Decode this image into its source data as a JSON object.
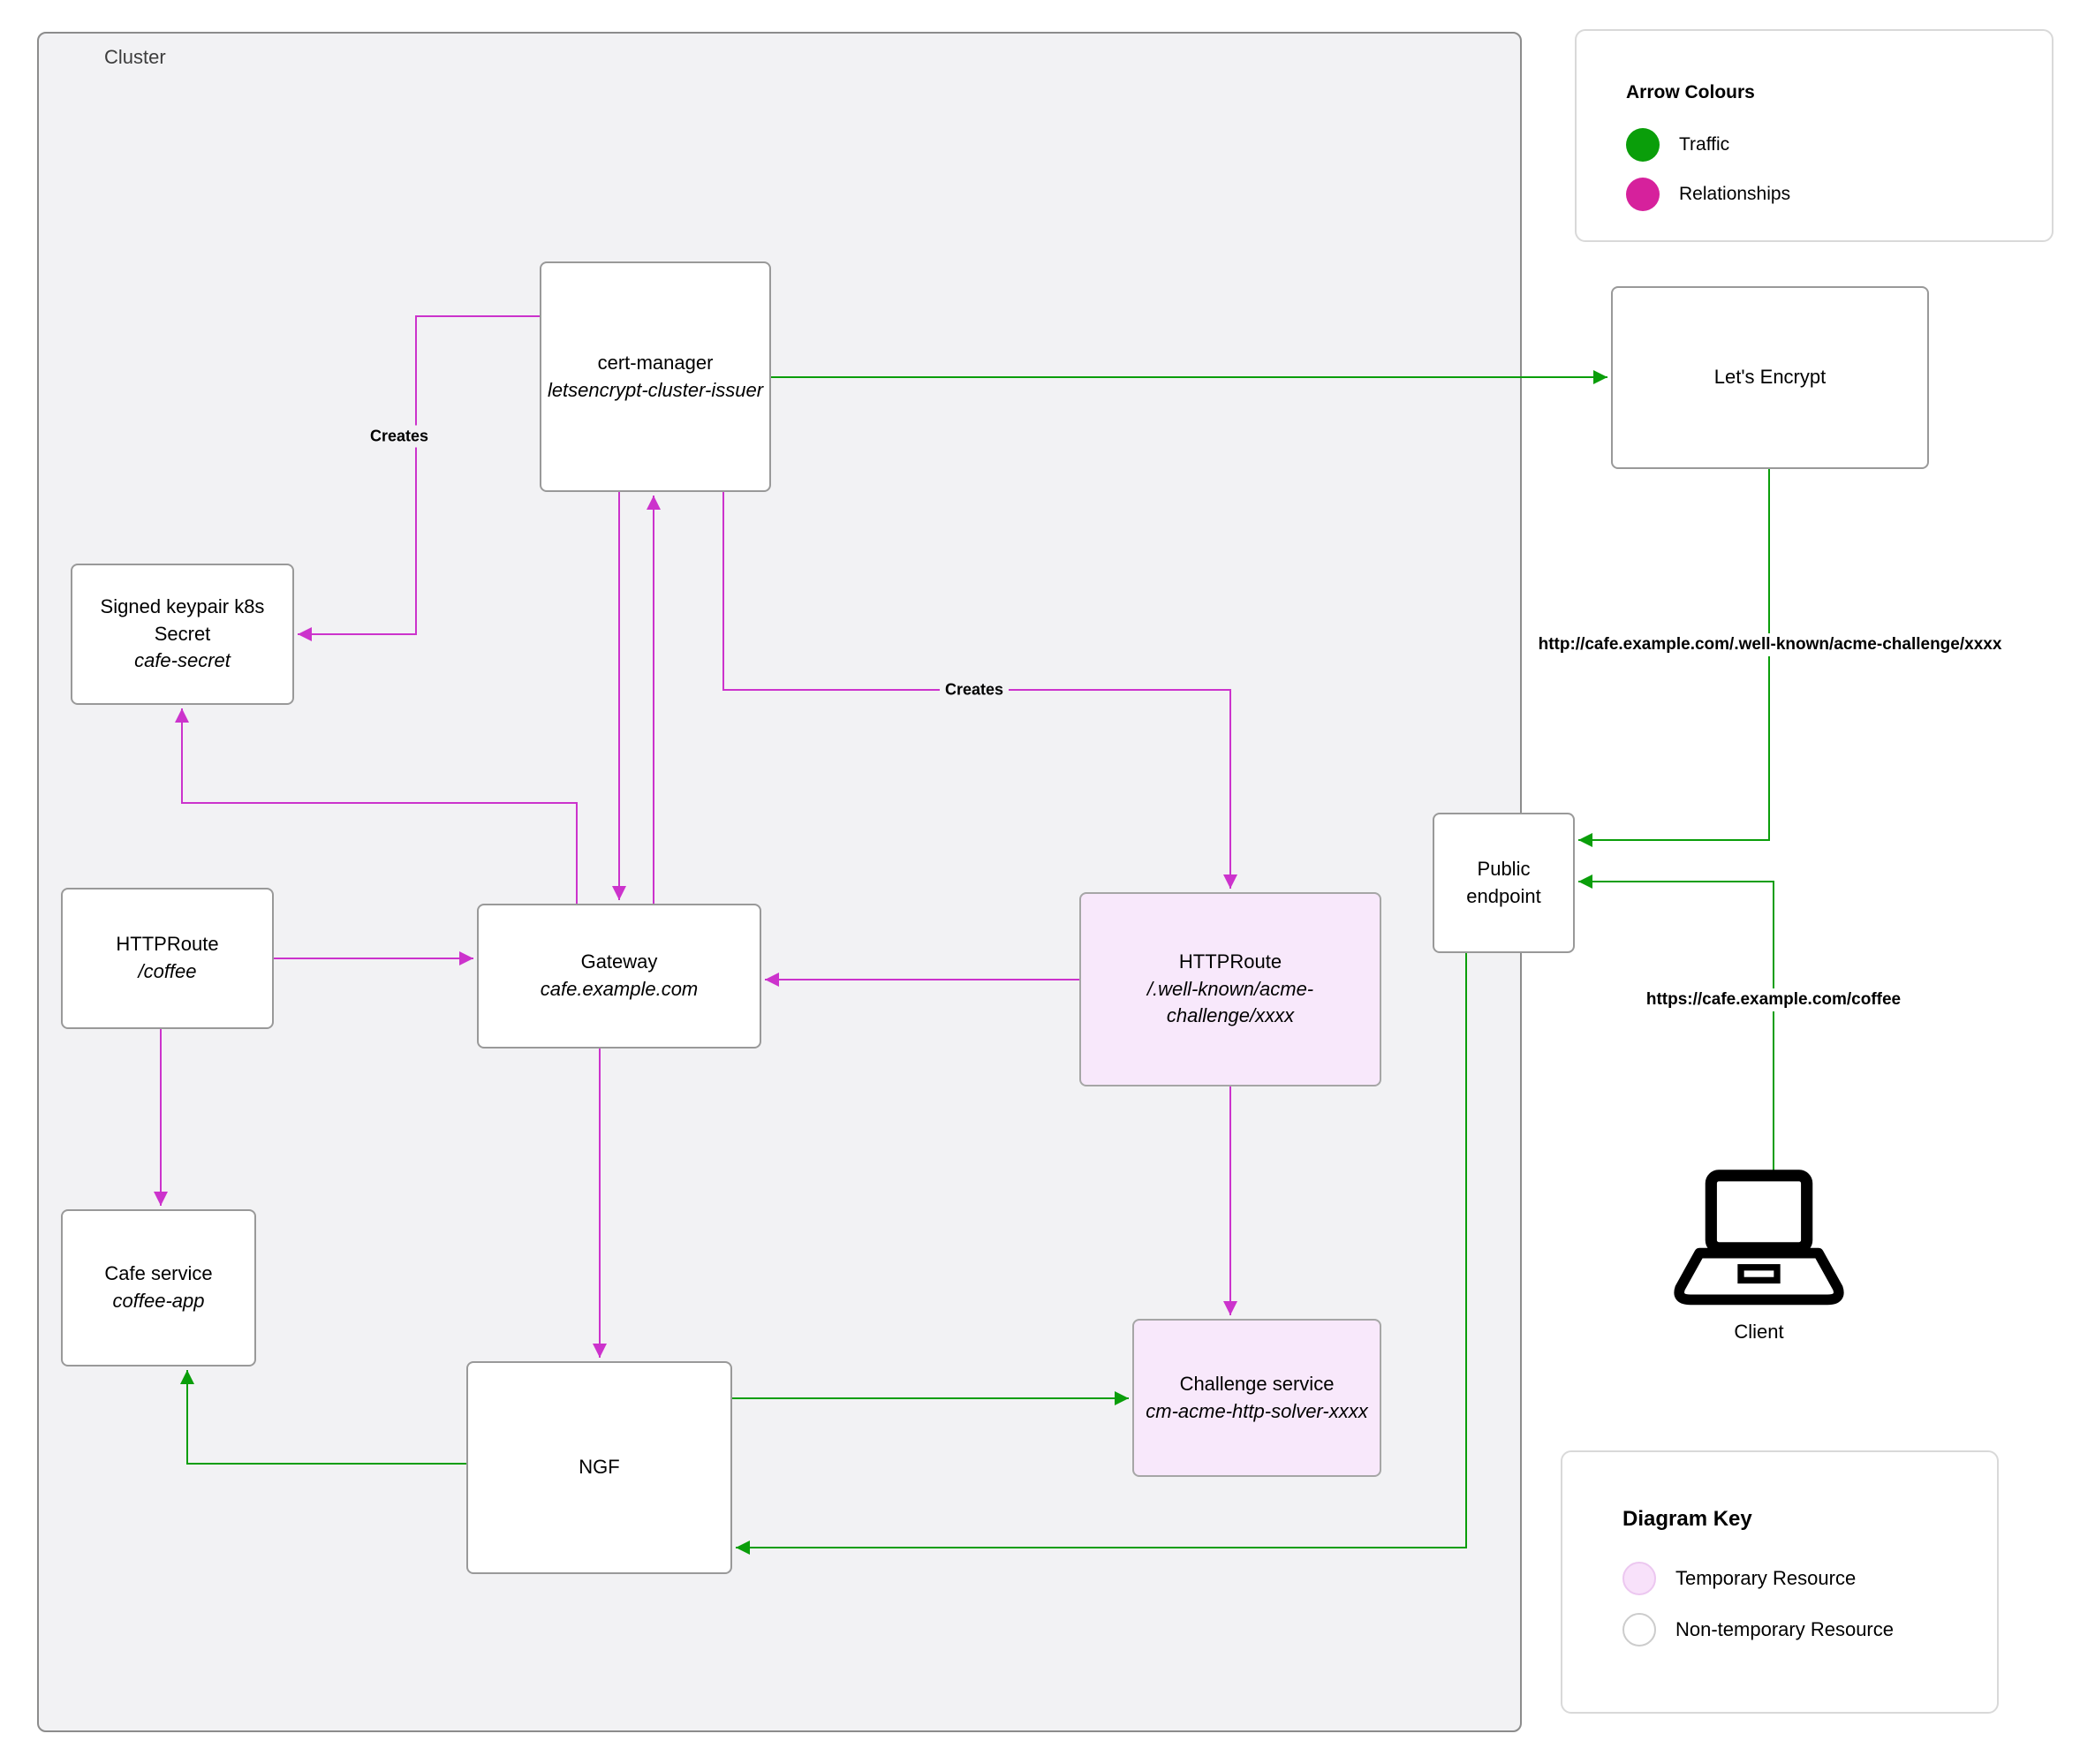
{
  "diagram": {
    "cluster_label": "Cluster",
    "colors": {
      "traffic": "#0a9e0a",
      "relationships": "#d6219c",
      "relationship_arrow": "#cc33cc",
      "temporary_fill": "#f8e8fb",
      "cluster_fill": "#f2f2f4"
    },
    "nodes": {
      "cert_manager": {
        "title": "cert-manager",
        "subtitle": "letsencrypt-cluster-issuer"
      },
      "signed_keypair": {
        "title": "Signed keypair k8s Secret",
        "subtitle": "cafe-secret"
      },
      "httproute_coffee": {
        "title": "HTTPRoute",
        "subtitle": "/coffee"
      },
      "gateway": {
        "title": "Gateway",
        "subtitle": "cafe.example.com"
      },
      "httproute_acme": {
        "title": "HTTPRoute",
        "subtitle": "/.well-known/acme-challenge/xxxx"
      },
      "cafe_service": {
        "title": "Cafe service",
        "subtitle": "coffee-app"
      },
      "ngf": {
        "title": "NGF"
      },
      "challenge_service": {
        "title": "Challenge service",
        "subtitle": "cm-acme-http-solver-xxxx"
      },
      "lets_encrypt": {
        "title": "Let's Encrypt"
      },
      "public_endpoint": {
        "title": "Public endpoint"
      },
      "client": {
        "label": "Client"
      }
    },
    "edge_labels": {
      "creates_secret": "Creates",
      "creates_route": "Creates",
      "acme_url": "http://cafe.example.com/.well-known/acme-challenge/xxxx",
      "coffee_url": "https://cafe.example.com/coffee"
    },
    "arrow_legend": {
      "title": "Arrow Colours",
      "items": [
        {
          "label": "Traffic",
          "color": "#0a9e0a"
        },
        {
          "label": "Relationships",
          "color": "#d6219c"
        }
      ]
    },
    "diagram_key": {
      "title": "Diagram Key",
      "items": [
        {
          "label": "Temporary Resource"
        },
        {
          "label": "Non-temporary Resource"
        }
      ]
    }
  }
}
